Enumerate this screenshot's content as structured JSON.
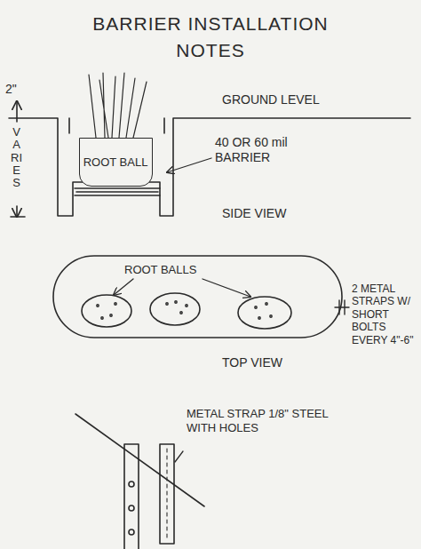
{
  "diagram": {
    "title": "BARRIER INSTALLATION NOTES",
    "nodes": [
      {
        "text": [
          "ROOT BALL"
        ]
      }
    ],
    "labels": [
      "2\"",
      "VARIES",
      "GROUND LEVEL",
      "40 OR 60 mil BARRIER",
      "SIDE VIEW",
      "ROOT BALLS",
      "2 METAL STRAPS W/ SHORT BOLTS EVERY 4\"-6\"",
      "TOP VIEW",
      "METAL STRAP 1/8\" STEEL WITH HOLES"
    ]
  }
}
